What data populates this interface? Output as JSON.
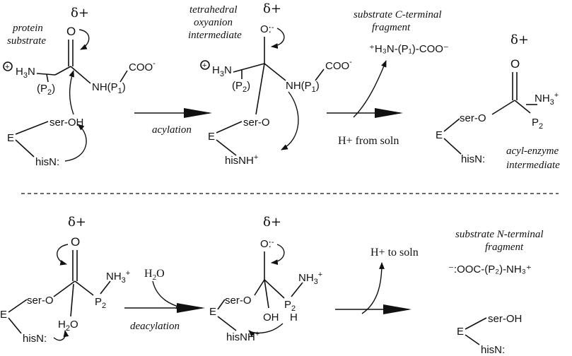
{
  "panel_top": {
    "delta_label": "δ+",
    "protein_substrate": [
      "protein",
      "substrate"
    ],
    "tetrahedral_intermediate": [
      "tetrahedral",
      "oxyanion",
      "intermediate"
    ],
    "c_terminal_fragment": [
      "substrate C-terminal",
      "fragment"
    ],
    "c_terminal_formula": "⁺H₃N-(P₁)-COO⁻",
    "acylation_label": "acylation",
    "h_plus_from_soln": "H+ from soln",
    "acyl_enzyme_intermediate": [
      "acyl-enzyme",
      "intermediate"
    ],
    "atoms": {
      "oxygen": "O",
      "oxyanion": "O:-",
      "coo": "COO",
      "nh_p1": "NH(P",
      "p2": "(P",
      "ser_oh": "ser-OH",
      "ser_o": "ser-O",
      "enzyme": "E",
      "his_n": "hisN:",
      "his_nh": "hisNH",
      "p2_plain": "P",
      "nh3": "NH",
      "h3n": "H",
      "plus_circle": "+"
    }
  },
  "panel_bottom": {
    "deacylation_label": "deacylation",
    "water": "H₂O",
    "h_plus_to_soln": "H+ to soln",
    "n_terminal_fragment": [
      "substrate N-terminal",
      "fragment"
    ],
    "n_terminal_formula": "⁻:OOC-(P₂)-NH₃⁺",
    "oh": "OH",
    "h": "H"
  }
}
